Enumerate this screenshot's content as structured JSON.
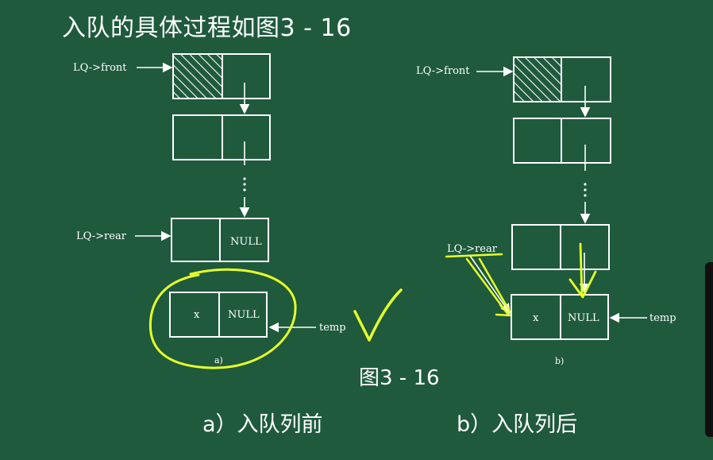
{
  "title": "入队的具体过程如图3 - 16",
  "figure_label": "图3 - 16",
  "caption_a": "a）入队列前",
  "caption_b": "b）入队列后",
  "diagram_a": {
    "front_label": "LQ->front",
    "rear_label": "LQ->rear",
    "null_text": "NULL",
    "x_text": "x",
    "new_null_text": "NULL",
    "temp_label": "temp",
    "sub_label": "a)"
  },
  "diagram_b": {
    "front_label": "LQ->front",
    "rear_label": "LQ->rear",
    "x_text": "x",
    "null_text": "NULL",
    "temp_label": "temp",
    "sub_label": "b)"
  },
  "colors": {
    "background": "#1f5a3c",
    "line": "#ffffff",
    "highlight": "#e6ff2a"
  }
}
